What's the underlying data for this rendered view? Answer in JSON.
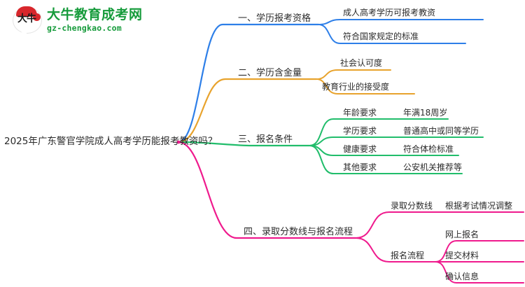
{
  "brand": {
    "mark_cn": "大牛",
    "title": "大牛教育成考网",
    "url": "gz-chengkao.com",
    "green": "#169b3b",
    "red": "#d8272c"
  },
  "mindmap": {
    "type": "mindmap",
    "root": {
      "label": "2025年广东警官学院成人高考学历能报考教资吗？"
    },
    "branch_colors": {
      "branch1": "#2e7fe8",
      "branch2": "#e8a32d",
      "branch3": "#21bd6b",
      "branch4": "#ef１a8d"
    },
    "branches": [
      {
        "label": "一、学历报考资格",
        "color": "#2e7fe8",
        "children": [
          {
            "label": "成人高考学历可报考教资",
            "children": []
          },
          {
            "label": "符合国家规定的标准",
            "children": []
          }
        ]
      },
      {
        "label": "二、学历含金量",
        "color": "#e8a32d",
        "children": [
          {
            "label": "社会认可度",
            "children": []
          },
          {
            "label": "教育行业的接受度",
            "children": []
          }
        ]
      },
      {
        "label": "三、报名条件",
        "color": "#21bd6b",
        "children": [
          {
            "label": "年龄要求",
            "children": [
              {
                "label": "年满18周岁"
              }
            ]
          },
          {
            "label": "学历要求",
            "children": [
              {
                "label": "普通高中或同等学历"
              }
            ]
          },
          {
            "label": "健康要求",
            "children": [
              {
                "label": "符合体检标准"
              }
            ]
          },
          {
            "label": "其他要求",
            "children": [
              {
                "label": "公安机关推荐等"
              }
            ]
          }
        ]
      },
      {
        "label": "四、录取分数线与报名流程",
        "color": "#ef1a8d",
        "children": [
          {
            "label": "录取分数线",
            "children": [
              {
                "label": "根据考试情况调整"
              }
            ]
          },
          {
            "label": "报名流程",
            "children": [
              {
                "label": "网上报名"
              },
              {
                "label": "提交材料"
              },
              {
                "label": "确认信息"
              }
            ]
          }
        ]
      }
    ]
  }
}
